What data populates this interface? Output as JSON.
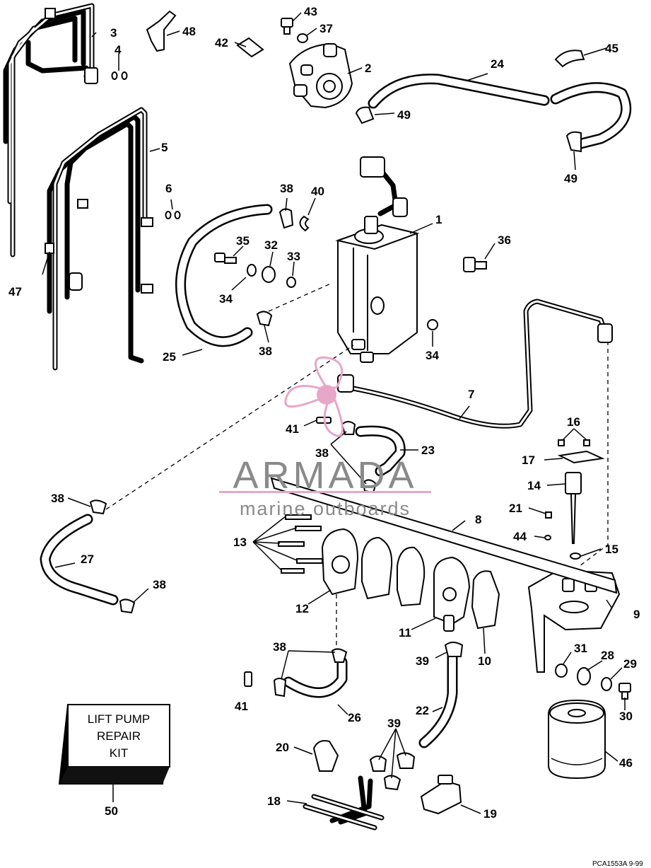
{
  "callouts": {
    "n1": "1",
    "n2": "2",
    "n3": "3",
    "n4": "4",
    "n5": "5",
    "n6": "6",
    "n7": "7",
    "n8": "8",
    "n9": "9",
    "n10": "10",
    "n11": "11",
    "n12": "12",
    "n13": "13",
    "n14": "14",
    "n15": "15",
    "n16": "16",
    "n17": "17",
    "n18": "18",
    "n19": "19",
    "n20": "20",
    "n21": "21",
    "n22": "22",
    "n23": "23",
    "n24": "24",
    "n25": "25",
    "n26": "26",
    "n27": "27",
    "n28": "28",
    "n29": "29",
    "n30": "30",
    "n31": "31",
    "n32": "32",
    "n33": "33",
    "n34": "34",
    "n35": "35",
    "n36": "36",
    "n37": "37",
    "n38": "38",
    "n39": "39",
    "n40": "40",
    "n41": "41",
    "n42": "42",
    "n43": "43",
    "n44": "44",
    "n45": "45",
    "n46": "46",
    "n47": "47",
    "n48": "48",
    "n49": "49",
    "n50": "50"
  },
  "kit": {
    "line1": "LIFT PUMP",
    "line2": "REPAIR",
    "line3": "KIT"
  },
  "watermark": {
    "brand": "ARMADA",
    "tagline": "marine outboards",
    "accent_color": "#e8a6c8"
  },
  "drawing_code": "PCA1553A  9-99"
}
